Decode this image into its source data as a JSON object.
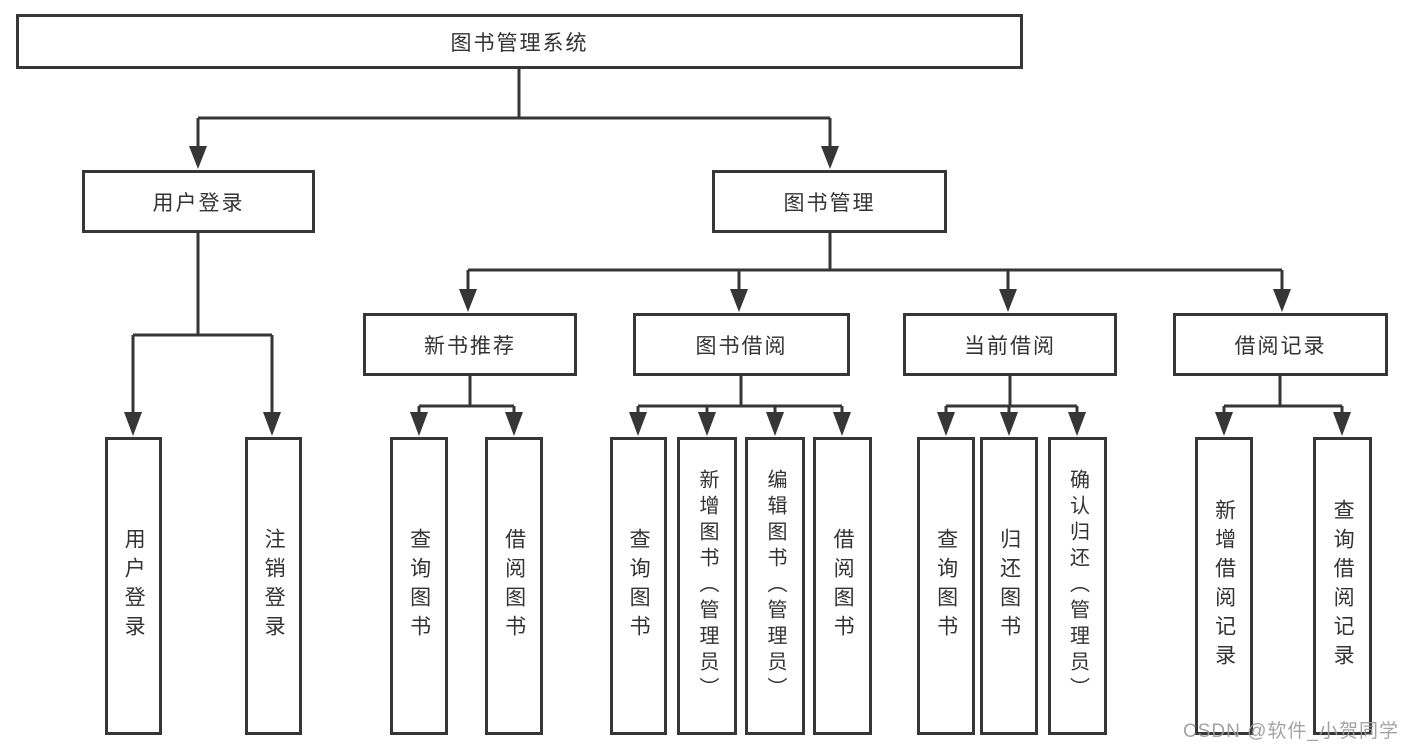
{
  "tree": {
    "label": "图书管理系统",
    "children": [
      {
        "label": "用户登录",
        "children": [
          {
            "label": "用户登录"
          },
          {
            "label": "注销登录"
          }
        ]
      },
      {
        "label": "图书管理",
        "children": [
          {
            "label": "新书推荐",
            "children": [
              {
                "label": "查询图书"
              },
              {
                "label": "借阅图书"
              }
            ]
          },
          {
            "label": "图书借阅",
            "children": [
              {
                "label": "查询图书"
              },
              {
                "label": "新增图书（管理员）"
              },
              {
                "label": "编辑图书（管理员）"
              },
              {
                "label": "借阅图书"
              }
            ]
          },
          {
            "label": "当前借阅",
            "children": [
              {
                "label": "查询图书"
              },
              {
                "label": "归还图书"
              },
              {
                "label": "确认归还（管理员）"
              }
            ]
          },
          {
            "label": "借阅记录",
            "children": [
              {
                "label": "新增借阅记录"
              },
              {
                "label": "查询借阅记录"
              }
            ]
          }
        ]
      }
    ]
  },
  "watermark": {
    "text": "CSDN @软件_小贺同学"
  },
  "colors": {
    "line": "#363636",
    "text": "#333333",
    "box_fill": "#ffffff",
    "background": "#ffffff",
    "watermark": "#9b9b9b"
  }
}
